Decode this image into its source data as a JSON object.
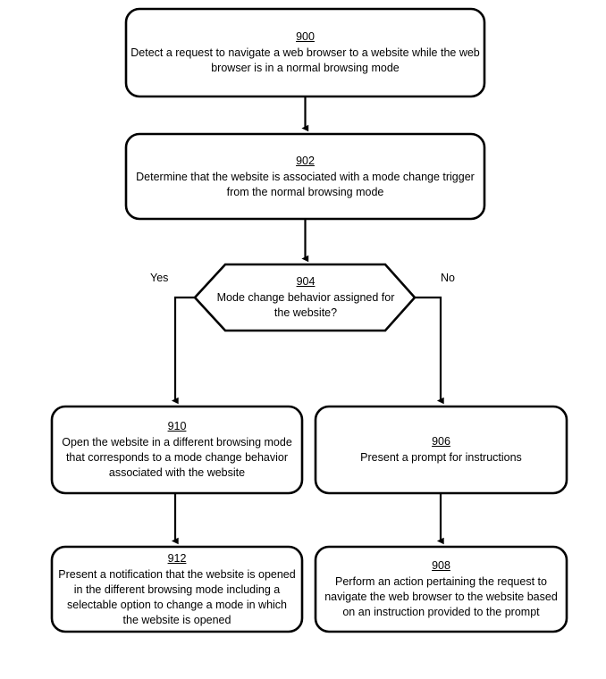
{
  "figure": {
    "type": "flowchart",
    "orientation": "top-to-bottom",
    "line_color": "#000000",
    "background_color": "#ffffff"
  },
  "nodes": {
    "n900": {
      "ref": "900",
      "shape": "rounded-rectangle",
      "text": "Detect a request to navigate a web browser to a website while the web browser is in a normal browsing mode"
    },
    "n902": {
      "ref": "902",
      "shape": "rounded-rectangle",
      "text": "Determine that the website is associated with a mode change trigger from the normal browsing mode"
    },
    "n904": {
      "ref": "904",
      "shape": "hexagon",
      "text": "Mode change behavior assigned for the website?"
    },
    "n906": {
      "ref": "906",
      "shape": "rounded-rectangle",
      "text": "Present a prompt for instructions"
    },
    "n908": {
      "ref": "908",
      "shape": "rounded-rectangle",
      "text": "Perform an action pertaining the request to navigate the web browser to the website based on an instruction provided to the prompt"
    },
    "n910": {
      "ref": "910",
      "shape": "rounded-rectangle",
      "text": "Open the website in a different browsing mode that corresponds to a mode change behavior associated with the website"
    },
    "n912": {
      "ref": "912",
      "shape": "rounded-rectangle",
      "text": "Present a notification that the website is opened in the different browsing mode including a selectable option to change a mode in which the website is opened"
    }
  },
  "edges": {
    "yes_label": "Yes",
    "no_label": "No",
    "connections": [
      {
        "from": "900",
        "to": "902",
        "label": ""
      },
      {
        "from": "902",
        "to": "904",
        "label": ""
      },
      {
        "from": "904",
        "to": "910",
        "label": "Yes"
      },
      {
        "from": "904",
        "to": "906",
        "label": "No"
      },
      {
        "from": "910",
        "to": "912",
        "label": ""
      },
      {
        "from": "906",
        "to": "908",
        "label": ""
      }
    ]
  }
}
